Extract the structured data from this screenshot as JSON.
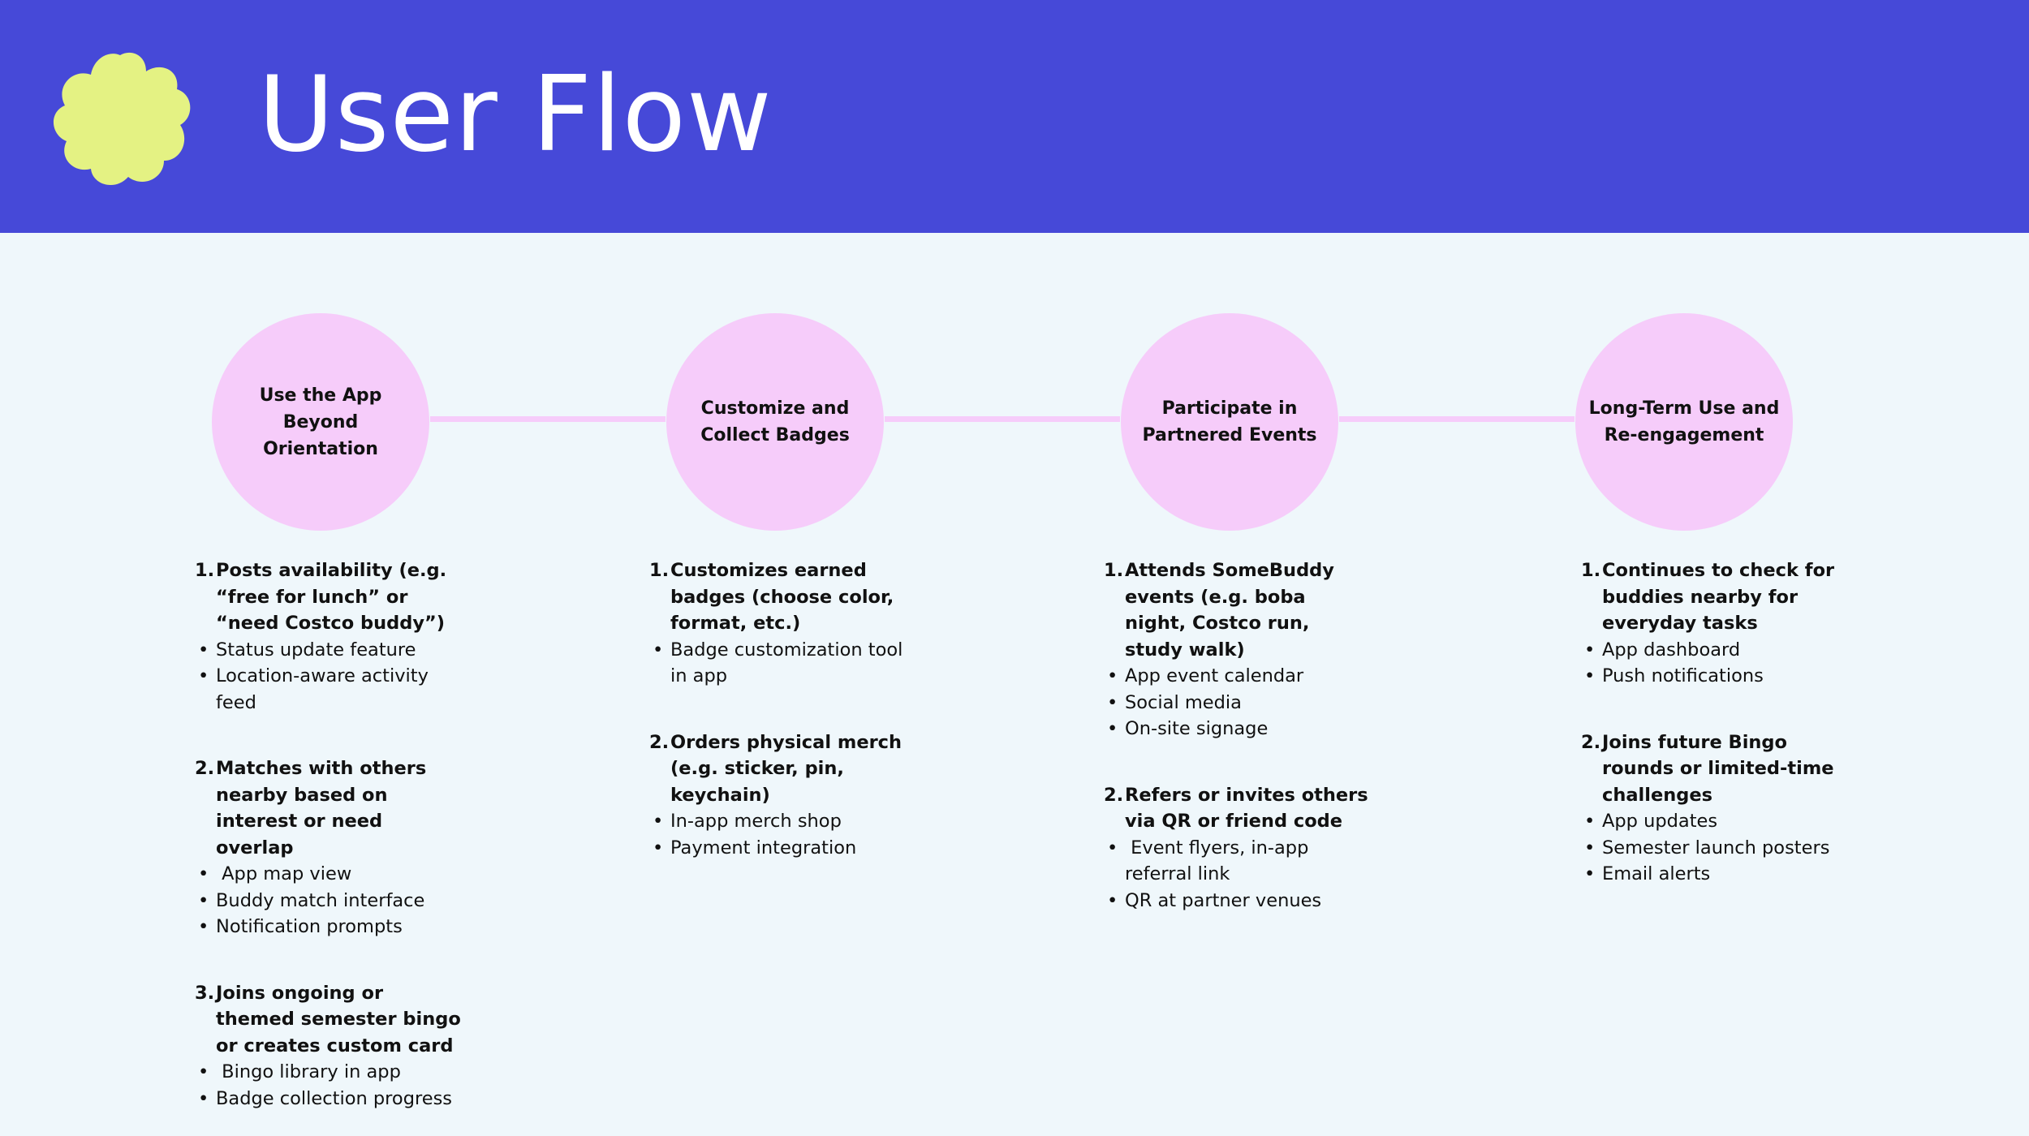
{
  "header": {
    "title": "User Flow",
    "logo_icon": "flower-blob-icon",
    "accent_color": "#4649d8",
    "logo_color": "#e4f283"
  },
  "steps": [
    {
      "title": "Use the App Beyond Orientation",
      "items": [
        {
          "num": "1.",
          "text": "Posts availability (e.g. “free for lunch” or “need Costco buddy”)",
          "bullets": [
            "Status update feature",
            "Location-aware activity feed"
          ]
        },
        {
          "num": "2.",
          "text": "Matches with others nearby based on interest or need overlap",
          "bullets": [
            " App map view",
            "Buddy match interface",
            "Notification prompts"
          ]
        },
        {
          "num": "3.",
          "text": "Joins ongoing or themed semester bingo or creates custom card",
          "bullets": [
            " Bingo library in app",
            "Badge collection progress"
          ]
        }
      ]
    },
    {
      "title": "Customize and Collect Badges",
      "items": [
        {
          "num": "1.",
          "text": "Customizes earned badges (choose color, format, etc.)",
          "bullets": [
            "Badge customization tool in app"
          ]
        },
        {
          "num": "2.",
          "text": "Orders physical merch (e.g. sticker, pin, keychain)",
          "bullets": [
            "In-app merch shop",
            "Payment integration"
          ]
        }
      ]
    },
    {
      "title": "Participate in Partnered Events",
      "items": [
        {
          "num": "1.",
          "text": "Attends SomeBuddy events (e.g. boba night, Costco run, study walk)",
          "bullets": [
            "App event calendar",
            "Social media",
            "On-site signage"
          ]
        },
        {
          "num": "2.",
          "text": "Refers or invites others via QR or friend code",
          "bullets": [
            " Event flyers, in-app referral link",
            "QR at partner venues"
          ]
        }
      ]
    },
    {
      "title": "Long-Term Use and Re-engagement",
      "items": [
        {
          "num": "1.",
          "text": "Continues to check for buddies nearby for everyday tasks",
          "bullets": [
            "App dashboard",
            "Push notifications"
          ]
        },
        {
          "num": "2.",
          "text": "Joins future Bingo rounds or limited-time challenges",
          "bullets": [
            "App updates",
            "Semester launch posters",
            "Email alerts"
          ]
        }
      ]
    }
  ],
  "colors": {
    "background": "#eff7fb",
    "circle": "#f6ccfa",
    "connector": "#f6ccfa"
  }
}
